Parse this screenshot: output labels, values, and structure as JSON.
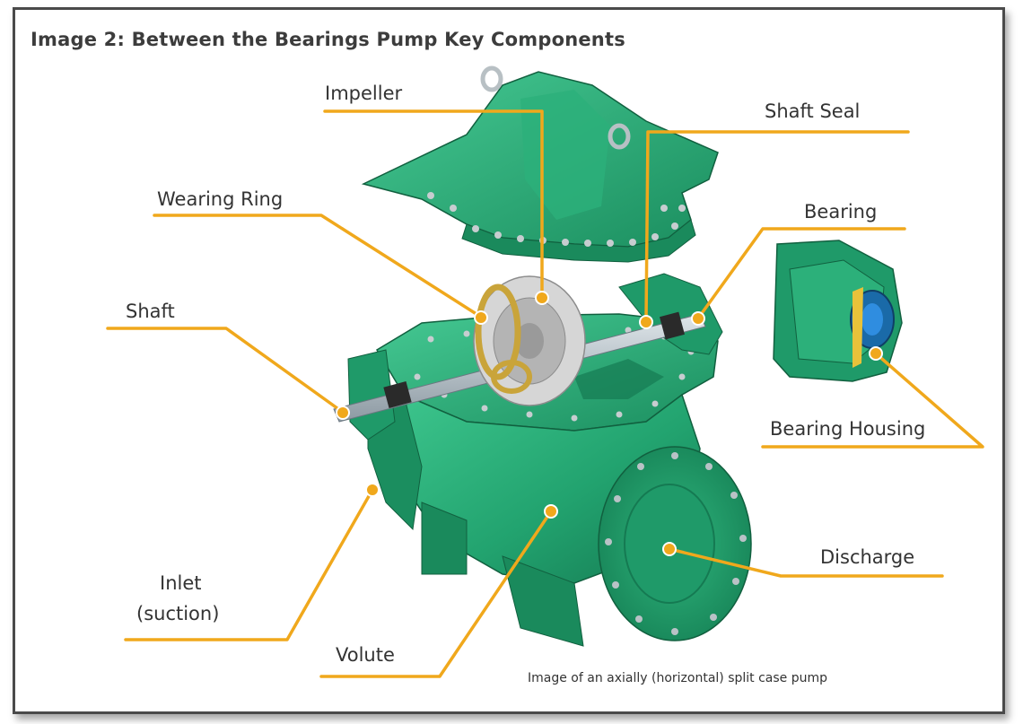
{
  "title": "Image 2:  Between the Bearings Pump Key Components",
  "labels": {
    "impeller": "Impeller",
    "shaft_seal": "Shaft Seal",
    "wearing_ring": "Wearing Ring",
    "bearing": "Bearing",
    "shaft": "Shaft",
    "bearing_housing": "Bearing Housing",
    "discharge": "Discharge",
    "inlet_line1": "Inlet",
    "inlet_line2": "(suction)",
    "volute": "Volute"
  },
  "caption": "Image of an axially (horizontal) split case pump",
  "colors": {
    "leader": "#f0a81c",
    "casing": "#22a36f",
    "casing_dark": "#157a52",
    "casing_light": "#3cc48c",
    "impeller": "#c8c8c8",
    "ring": "#c9a43a"
  }
}
